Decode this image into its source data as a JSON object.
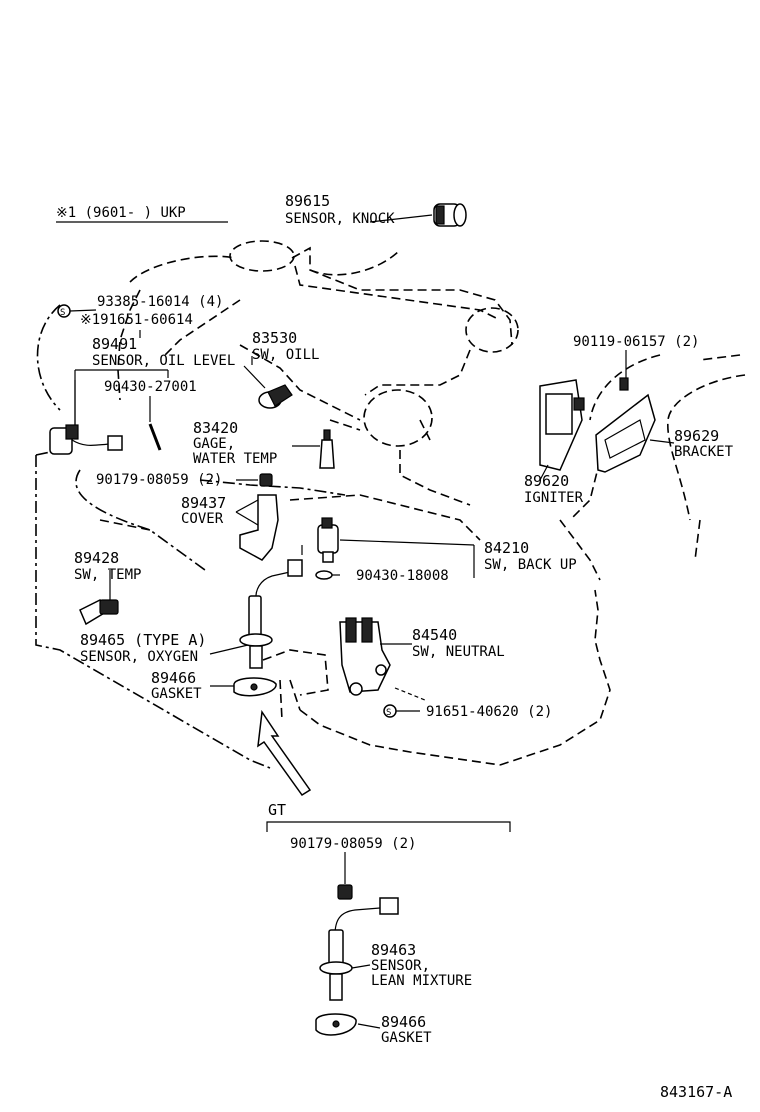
{
  "diagram": {
    "note": "※1 (9601-      ) UKP",
    "drawing_code": "843167-A",
    "section_label": "GT"
  },
  "parts": [
    {
      "id": "p89615",
      "number": "89615",
      "name": "SENSOR, KNOCK"
    },
    {
      "id": "p93385",
      "number": "93385-16014 (4)",
      "name": ""
    },
    {
      "id": "p91651a",
      "number": "※191651-60614",
      "name": ""
    },
    {
      "id": "p89491",
      "number": "89491",
      "name": "SENSOR, OIL LEVEL"
    },
    {
      "id": "p83530",
      "number": "83530",
      "name": "SW, OILL"
    },
    {
      "id": "p90430a",
      "number": "90430-27001",
      "name": ""
    },
    {
      "id": "p83420",
      "number": "83420",
      "name": "GAGE,",
      "name2": "WATER TEMP"
    },
    {
      "id": "p90179a",
      "number": "90179-08059 (2)",
      "name": ""
    },
    {
      "id": "p89437",
      "number": "89437",
      "name": "COVER"
    },
    {
      "id": "p89428",
      "number": "89428",
      "name": "SW, TEMP"
    },
    {
      "id": "p89465",
      "number": "89465 (TYPE  A)",
      "name": "SENSOR, OXYGEN"
    },
    {
      "id": "p89466a",
      "number": "89466",
      "name": "GASKET"
    },
    {
      "id": "p90119",
      "number": "90119-06157 (2)",
      "name": ""
    },
    {
      "id": "p89629",
      "number": "89629",
      "name": "BRACKET"
    },
    {
      "id": "p89620",
      "number": "89620",
      "name": "IGNITER"
    },
    {
      "id": "p84210",
      "number": "84210",
      "name": "SW, BACK UP"
    },
    {
      "id": "p90430b",
      "number": "90430-18008",
      "name": ""
    },
    {
      "id": "p84540",
      "number": "84540",
      "name": "SW, NEUTRAL"
    },
    {
      "id": "p91651b",
      "number": "91651-40620 (2)",
      "name": ""
    },
    {
      "id": "p90179b",
      "number": "90179-08059 (2)",
      "name": ""
    },
    {
      "id": "p89463",
      "number": "89463",
      "name": "SENSOR,",
      "name2": "LEAN MIXTURE"
    },
    {
      "id": "p89466b",
      "number": "89466",
      "name": "GASKET"
    }
  ],
  "markers": {
    "circle_s": "S"
  }
}
